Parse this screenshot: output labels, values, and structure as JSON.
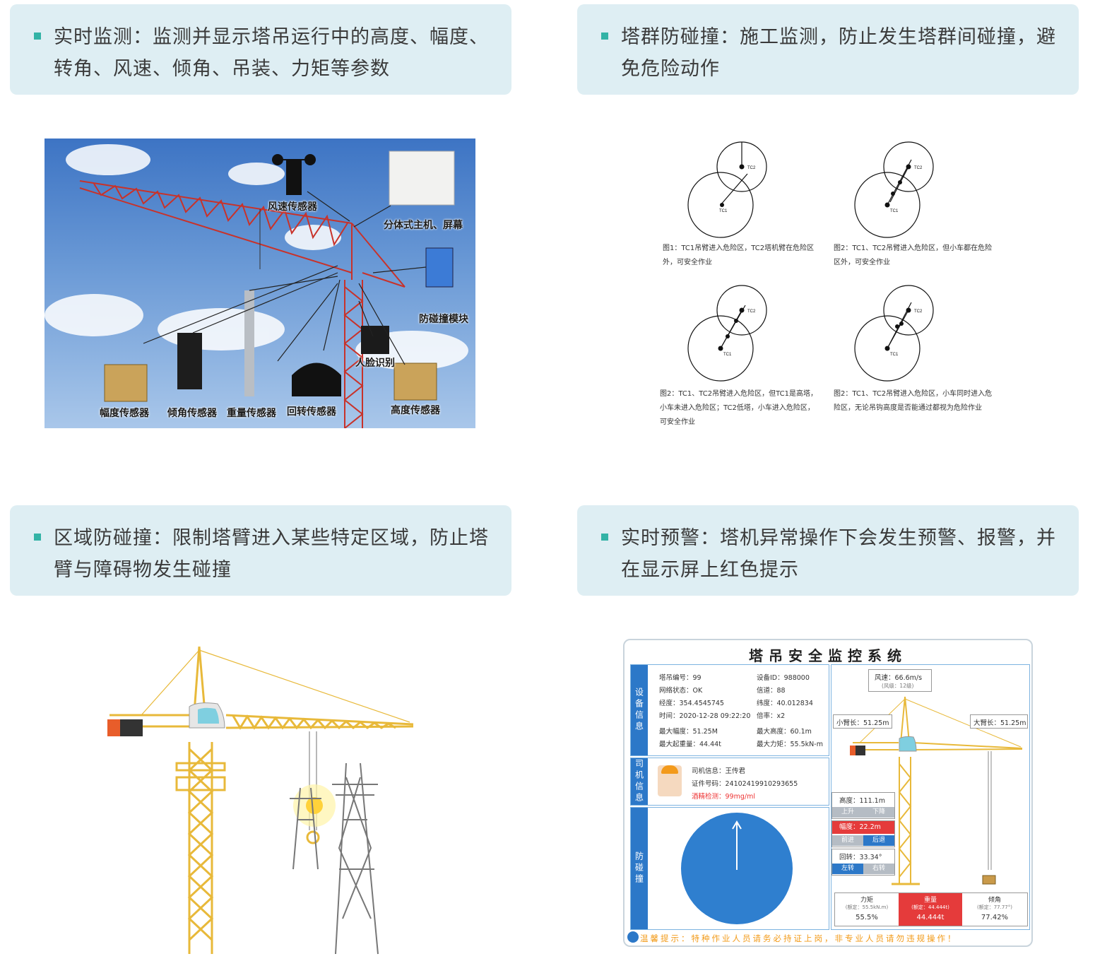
{
  "features": [
    {
      "text": "实时监测：监测并显示塔吊运行中的高度、幅度、转角、风速、倾角、吊装、力矩等参数"
    },
    {
      "text": "塔群防碰撞：施工监测，防止发生塔群间碰撞，避免危险动作"
    },
    {
      "text": "区域防碰撞：限制塔臂进入某些特定区域，防止塔臂与障碍物发生碰撞"
    },
    {
      "text": "实时预警：塔机异常操作下会发生预警、报警，并在显示屏上红色提示"
    }
  ],
  "sensors": {
    "wind": "风速传感器",
    "host": "分体式主机、屏幕",
    "anti": "防碰撞模块",
    "face": "人脸识别",
    "amplitude": "幅度传感器",
    "tilt": "倾角传感器",
    "weight": "重量传感器",
    "rotation": "回转传感器",
    "height": "高度传感器"
  },
  "diagrams": {
    "tc1": "TC1",
    "tc2": "TC2",
    "cap1": "图1：TC1吊臂进入危险区，TC2塔机臂在危险区外，可安全作业",
    "cap2": "图2：TC1、TC2吊臂进入危险区，但小车都在危险区外，可安全作业",
    "cap3": "图2：TC1、TC2吊臂进入危险区，但TC1是高塔，小车未进入危险区；TC2低塔，小车进入危险区，可安全作业",
    "cap4": "图2：TC1、TC2吊臂进入危险区，小车同时进入危险区，无论吊钩高度是否能通过都视为危险作业"
  },
  "monitor": {
    "title": "塔吊安全监控系统",
    "device_tab": "设备信息",
    "driver_tab": "司机信息",
    "anti_tab": "防碰撞",
    "device": {
      "crane_no": "塔吊编号：99",
      "device_id": "设备ID：988000",
      "net": "网络状态：OK",
      "channel": "信道：88",
      "lng": "经度：354.4545745",
      "lat": "纬度：40.012834",
      "time": "时间：2020-12-28 09:22:20",
      "ratio": "倍率：x2",
      "max_amp": "最大幅度：51.25M",
      "max_height": "最大高度：60.1m",
      "max_load": "最大起重量：44.44t",
      "max_moment": "最大力矩：55.5kN-m"
    },
    "driver": {
      "name": "司机信息：王传君",
      "cert": "证件号码：24102419910293655",
      "alcohol": "酒精检测：99mg/ml"
    },
    "wind": {
      "speed": "风速：66.6m/s",
      "level": "(风级：12级)"
    },
    "small_arm": "小臂长：51.25m",
    "big_arm": "大臂长：51.25m",
    "height": {
      "label": "高度：111.1m",
      "up": "上升",
      "down": "下降"
    },
    "amplitude": {
      "label": "幅度：22.2m",
      "fwd": "前进",
      "back": "后退"
    },
    "rotation": {
      "label": "回转：33.34°",
      "left": "左转",
      "right": "右转"
    },
    "moment": {
      "name": "力矩",
      "rated": "(额定：55.5kN.m)",
      "value": "55.5%"
    },
    "weight": {
      "name": "重量",
      "rated": "(额定：44.444t)",
      "value": "44.444t"
    },
    "tilt": {
      "name": "倾角",
      "rated": "(额定：77.77°)",
      "value": "77.42%"
    },
    "tip": "温馨提示：特种作业人员请务必持证上岗，非专业人员请勿违规操作！"
  },
  "colors": {
    "accent": "#33b3a6",
    "panel": "#deeef3",
    "blue": "#2c78c8",
    "alert": "#e53b3b",
    "crane": "#f2c94c"
  }
}
